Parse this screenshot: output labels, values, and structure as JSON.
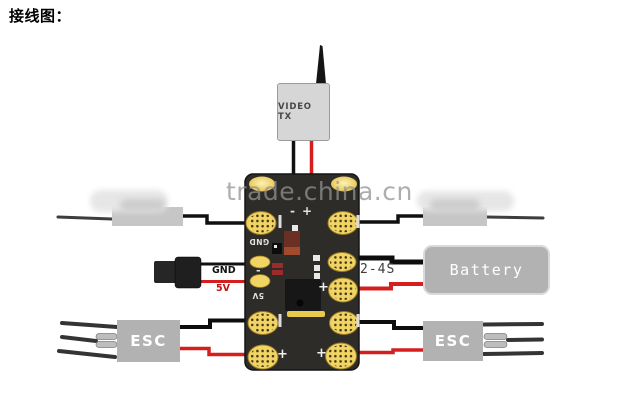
{
  "header": {
    "title": "接线图："
  },
  "watermark": {
    "text": "trade.china.cn"
  },
  "video_tx": {
    "label": "VIDEO TX"
  },
  "power_input": {
    "gnd_label": "GND",
    "five_v_label": "5V"
  },
  "pdb": {
    "silk_gnd": "GND",
    "silk_5v": "5V",
    "silk_minus": "-",
    "top_minus": "-",
    "top_plus": "+",
    "plus_mark": "+",
    "battery_range": "2-4S"
  },
  "battery": {
    "label": "Battery"
  },
  "esc_bottom_left": {
    "label": "ESC"
  },
  "esc_bottom_right": {
    "label": "ESC"
  },
  "colors": {
    "wire_red": "#d51f1f",
    "wire_black": "#111111",
    "pad_yellow": "#f0d464",
    "board_black": "#2e2c29",
    "box_gray": "#b2b2b2",
    "watermark_gray": "#939393"
  }
}
